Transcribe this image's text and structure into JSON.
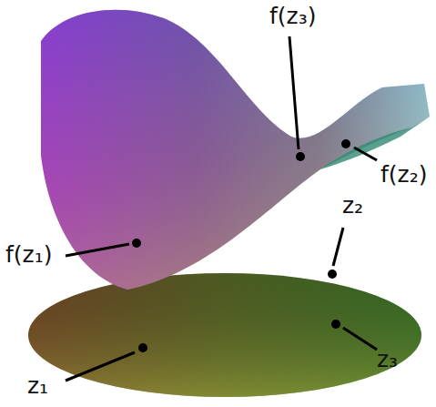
{
  "diagram": {
    "labels": [
      "f(z₃)",
      "f(z₂)",
      "f(z₁)",
      "z₂",
      "z₃",
      "z₁"
    ]
  }
}
